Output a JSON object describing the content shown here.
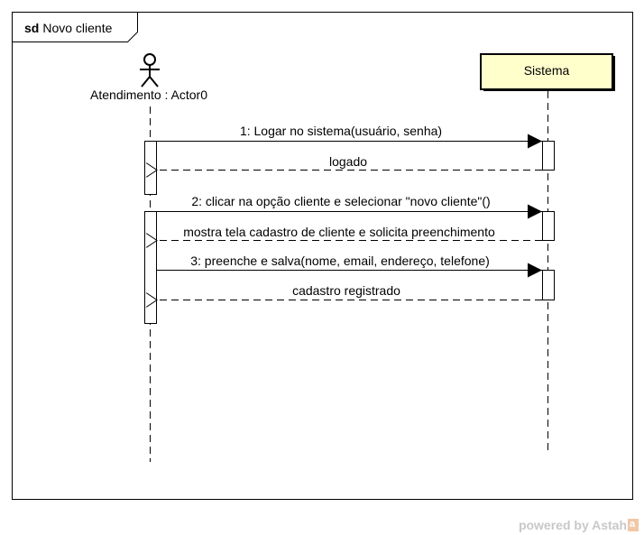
{
  "frame": {
    "keyword": "sd",
    "name": "Novo cliente"
  },
  "actor": {
    "label": "Atendimento : Actor0"
  },
  "system": {
    "label": "Sistema",
    "fill": "#ffffcc"
  },
  "messages": [
    {
      "text": "1: Logar no sistema(usuário, senha)",
      "kind": "sync"
    },
    {
      "text": "logado",
      "kind": "reply"
    },
    {
      "text": "2: clicar na opção cliente e selecionar \"novo cliente\"()",
      "kind": "sync"
    },
    {
      "text": "mostra tela cadastro de cliente e solicita preenchimento",
      "kind": "reply"
    },
    {
      "text": "3: preenche e salva(nome, email, endereço, telefone)",
      "kind": "sync"
    },
    {
      "text": "cadastro registrado",
      "kind": "reply"
    }
  ],
  "watermark": {
    "text": "powered by Astah",
    "logo": "a"
  }
}
